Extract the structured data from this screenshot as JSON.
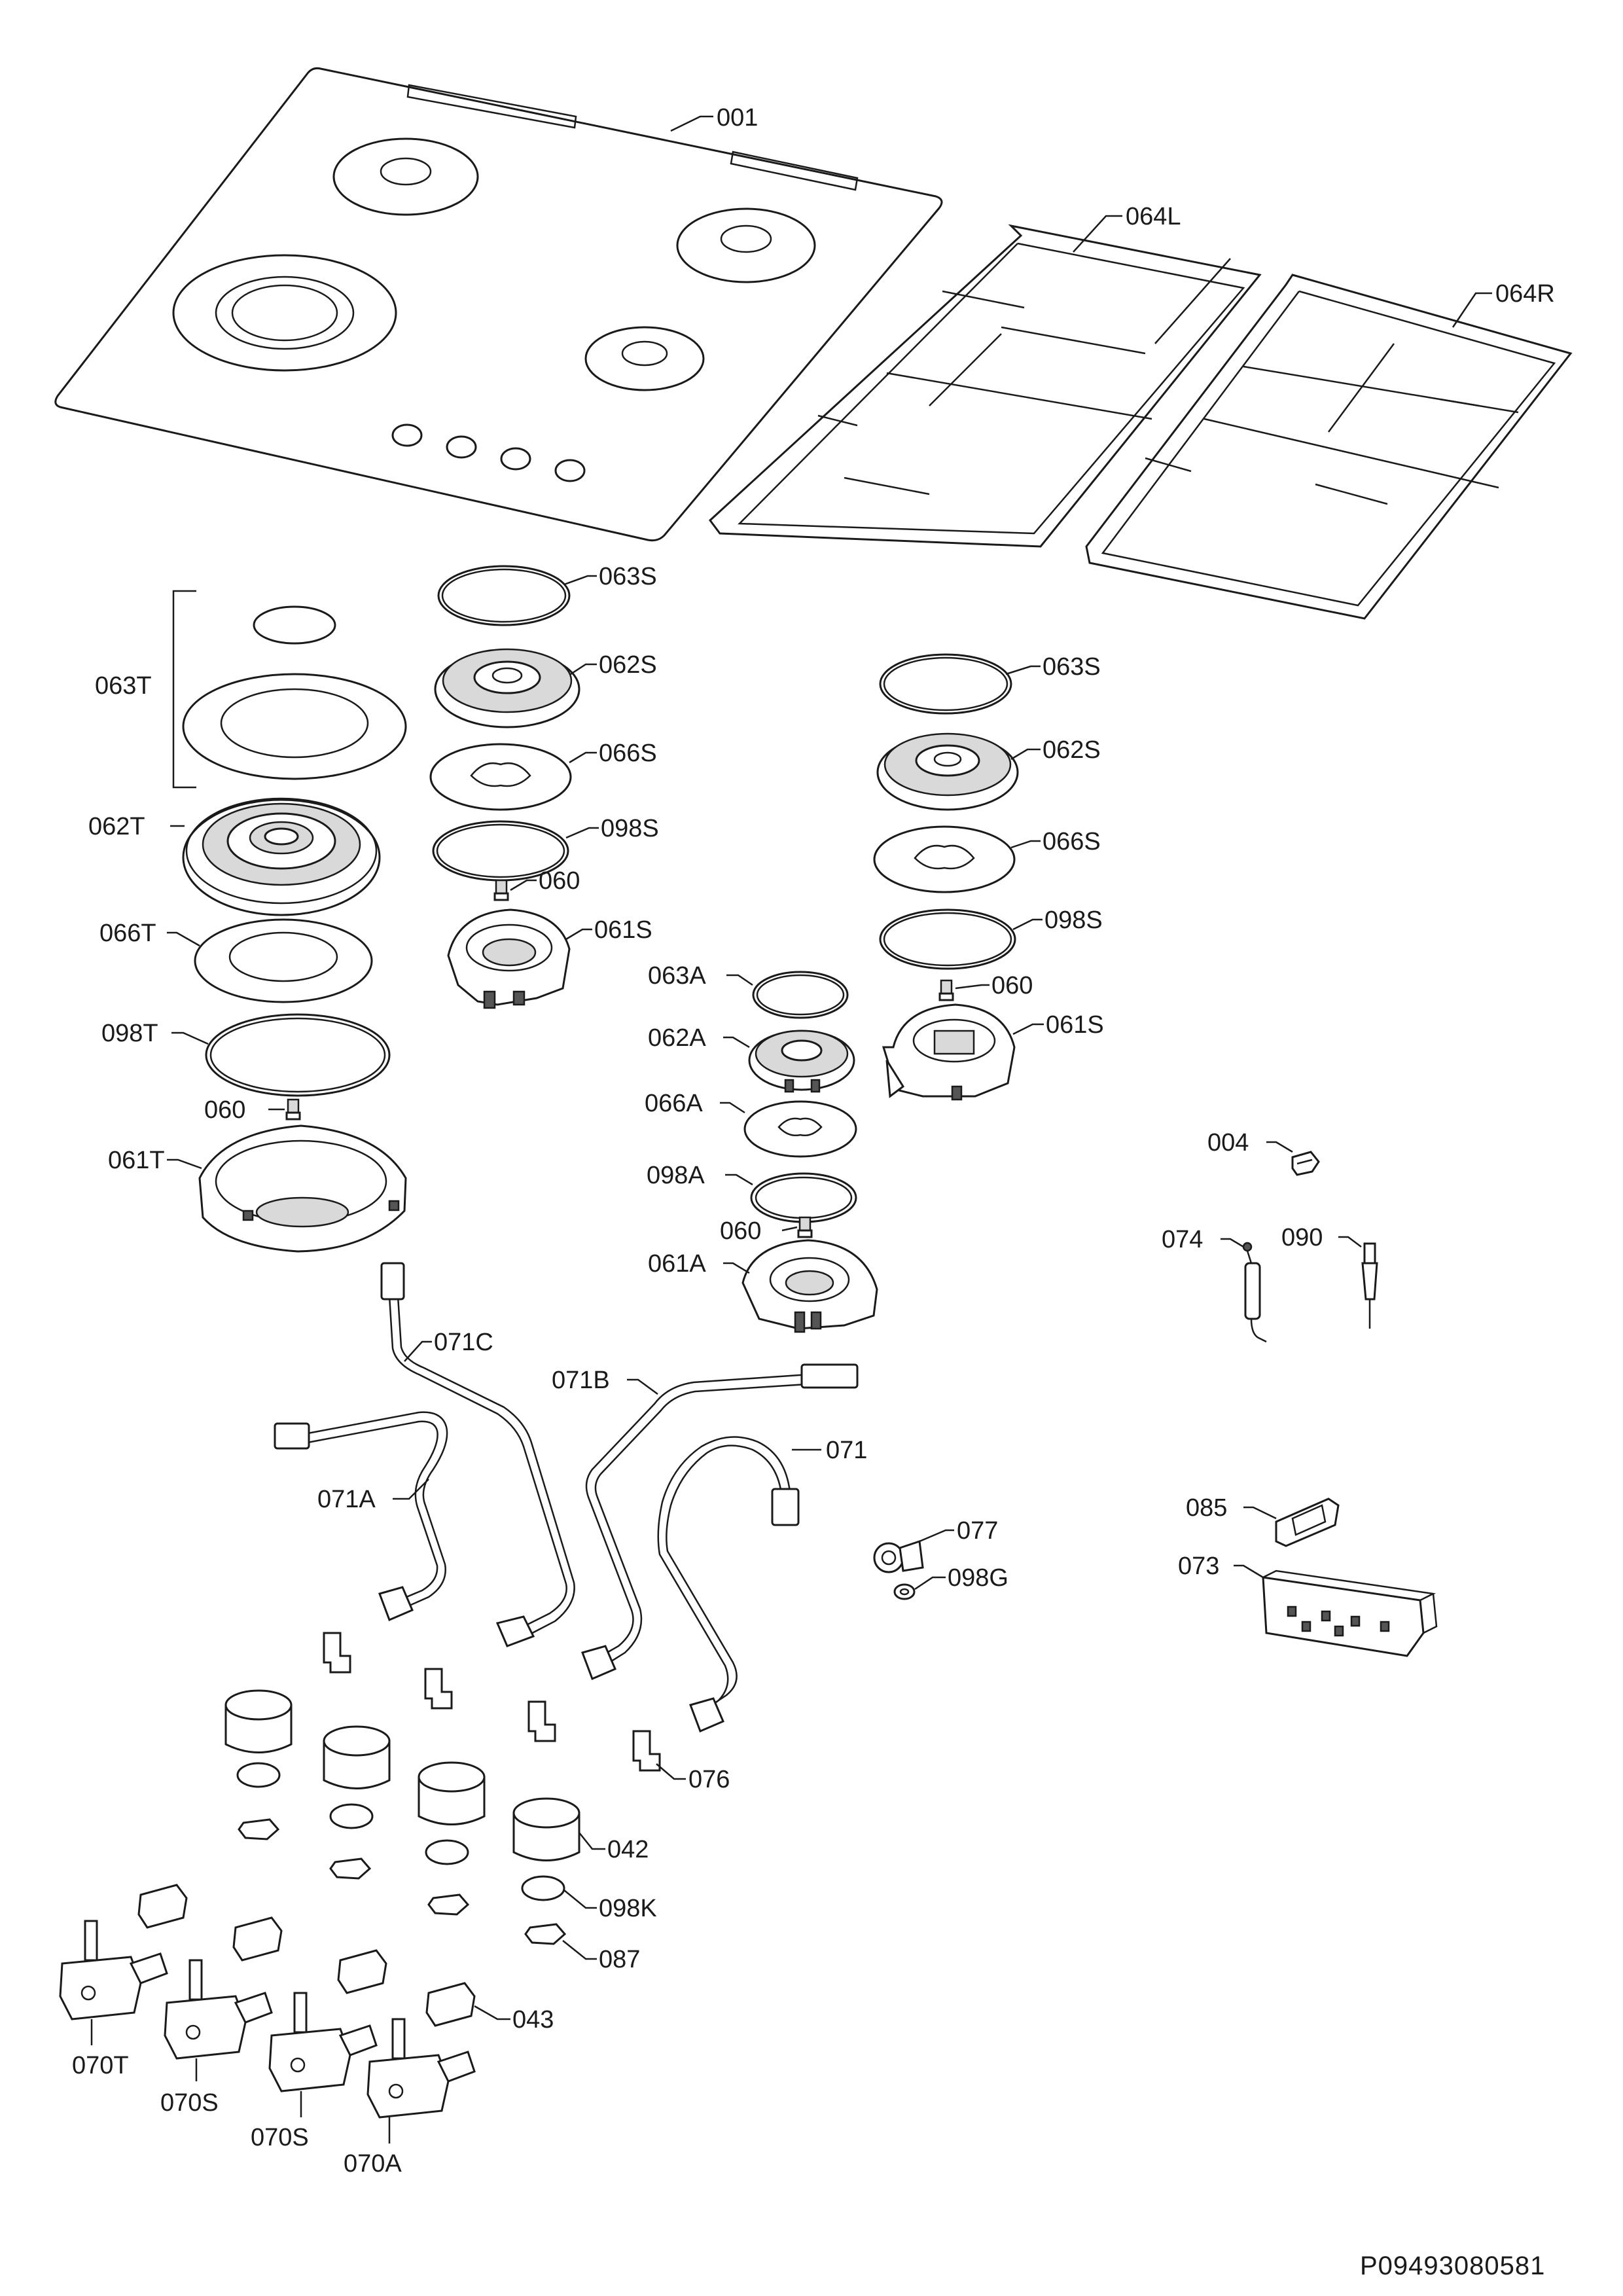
{
  "labels": {
    "hob_top": "001",
    "grid_left": "064L",
    "grid_right": "064R",
    "cap_s_1": "063S",
    "crown_s_1": "062S",
    "plate_s_1": "066S",
    "seal_s_1": "098S",
    "injector_s_1": "060",
    "base_s_1": "061S",
    "cap_t": "063T",
    "crown_t": "062T",
    "plate_t": "066T",
    "seal_t": "098T",
    "injector_t": "060",
    "base_t": "061T",
    "cap_s_2": "063S",
    "crown_s_2": "062S",
    "plate_s_2": "066S",
    "seal_s_2": "098S",
    "injector_s_2": "060",
    "base_s_2": "061S",
    "cap_a": "063A",
    "crown_a": "062A",
    "plate_a": "066A",
    "seal_a": "098A",
    "injector_a": "060",
    "base_a": "061A",
    "clip": "004",
    "electrode": "074",
    "thermocouple": "090",
    "pipe_c": "071C",
    "pipe_b": "071B",
    "pipe_a": "071A",
    "pipe": "071",
    "elbow": "077",
    "gasket": "098G",
    "button": "085",
    "ignition_unit": "073",
    "bracket": "076",
    "knob": "042",
    "knob_seal": "098K",
    "spring_washer": "087",
    "microswitch": "043",
    "valve_t": "070T",
    "valve_s_1": "070S",
    "valve_s_2": "070S",
    "valve_a": "070A"
  },
  "document_id": "P09493080581"
}
